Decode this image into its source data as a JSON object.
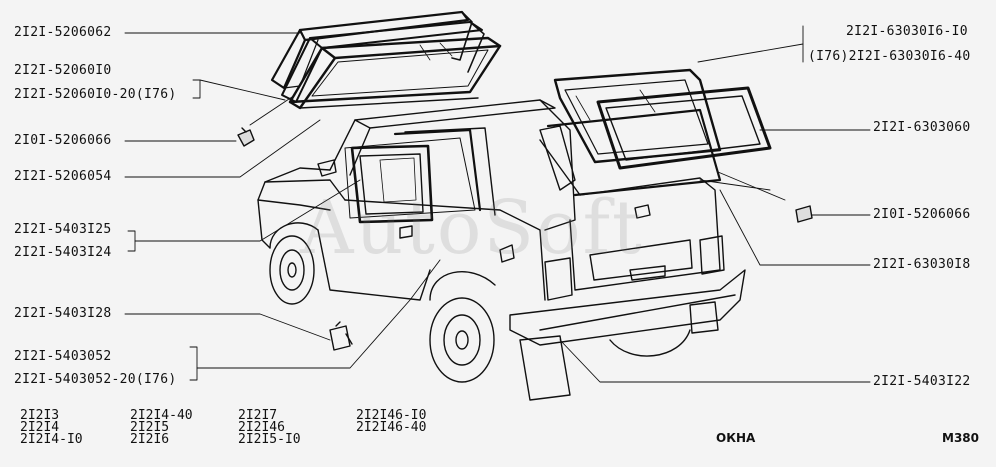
{
  "left_labels": [
    {
      "text": "2I2I-5206062"
    },
    {
      "text": "2I2I-52060I0"
    },
    {
      "text": "2I2I-52060I0-20(I76)"
    },
    {
      "text": "2I0I-5206066"
    },
    {
      "text": "2I2I-5206054"
    },
    {
      "text": "2I2I-5403I25"
    },
    {
      "text": "2I2I-5403I24"
    },
    {
      "text": "2I2I-5403I28"
    },
    {
      "text": "2I2I-5403052"
    },
    {
      "text": "2I2I-5403052-20(I76)"
    }
  ],
  "right_labels": [
    {
      "text": "2I2I-63030I6-I0"
    },
    {
      "text": "(I76)2I2I-63030I6-40"
    },
    {
      "text": "2I2I-6303060"
    },
    {
      "text": "2I0I-5206066"
    },
    {
      "text": "2I2I-63030I8"
    },
    {
      "text": "2I2I-5403I22"
    }
  ],
  "models": {
    "col1": "2I2I3\n2I2I4\n2I2I4-I0",
    "col2": "2I2I4-40\n2I2I5\n2I2I6",
    "col3": "2I2I7\n2I2I46\n2I2I5-I0",
    "col4": "2I2I46-I0\n2I2I46-40"
  },
  "footer": {
    "title": "ОКНА",
    "code": "M380"
  },
  "watermark": "AutoSoft"
}
